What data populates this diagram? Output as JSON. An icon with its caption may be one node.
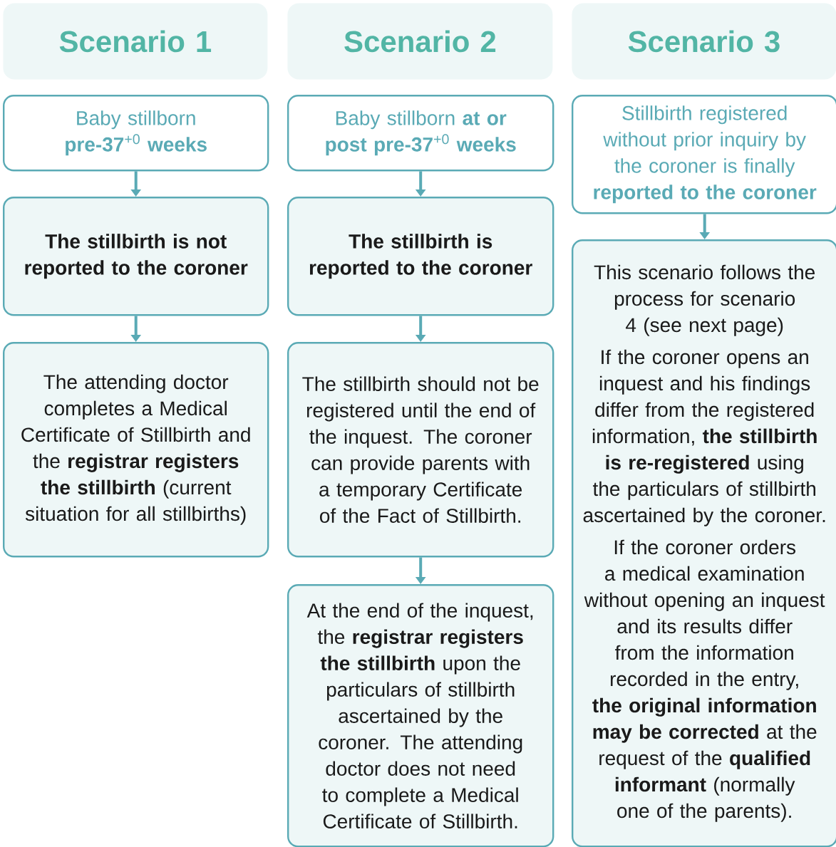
{
  "diagram": {
    "nodes": [
      {
        "text": [
          "Scenario 1"
        ]
      },
      {
        "text": [
          "Scenario 2"
        ]
      },
      {
        "text": [
          "Scenario 3"
        ]
      },
      {
        "text": [
          "Baby stillborn **pre-37**$^{+0}$ **weeks**"
        ]
      },
      {
        "text": [
          "The stillbirth is not reported to the coroner"
        ]
      },
      {
        "text": [
          "The attending doctor completes a Medical Certificate of Stillbirth and the **registrar registers the stillbirth** (current situation for all stillbirths)"
        ]
      },
      {
        "text": [
          "Baby stillborn **at or post pre-37**$^{+0}$ **weeks**"
        ]
      },
      {
        "text": [
          "The stillbirth is reported to the coroner"
        ]
      },
      {
        "text": [
          "The stillbirth should not be registered until the end of the inquest. The coroner can provide parents with a temporary Certificate of the Fact of Stillbirth."
        ]
      },
      {
        "text": [
          "At the end of the inquest, the **registrar registers the stillbirth** upon the particulars of stillbirth ascertained by the coroner. The attending doctor does not need to complete a Medical Certificate of Stillbirth."
        ]
      },
      {
        "text": [
          "Stillbirth registered without prior inquiry by the coroner is finally **reported to the coroner**"
        ]
      },
      {
        "text": [
          "This scenario follows the process for scenario 4 (see next page)",
          "If the coroner opens an inquest and his findings differ from the registered information, **the stillbirth is re-registered** using the particulars of stillbirth ascertained by the coroner.",
          "If the coroner orders a medical examination without opening an inquest and its results differ from the information recorded in the entry, **the original information may be corrected** at the request of the **qualified informant** (normally one of the parents)."
        ]
      }
    ],
    "edges": [
      {
        "from": 3,
        "to": 4,
        "arrow": "to"
      },
      {
        "from": 4,
        "to": 5,
        "arrow": "to"
      },
      {
        "from": 6,
        "to": 7,
        "arrow": "to"
      },
      {
        "from": 7,
        "to": 8,
        "arrow": "to"
      },
      {
        "from": 8,
        "to": 9,
        "arrow": "to"
      },
      {
        "from": 10,
        "to": 11,
        "arrow": "to"
      }
    ]
  }
}
